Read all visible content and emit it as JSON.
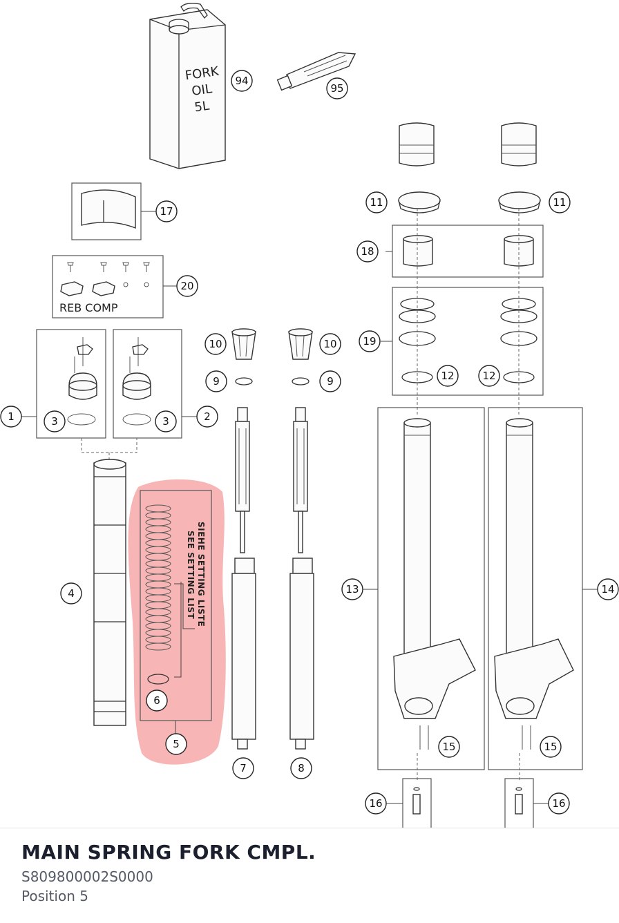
{
  "diagram": {
    "can_text": [
      "FORK",
      "OIL",
      "5L"
    ],
    "reb_comp_label": "REB COMP",
    "setting_note_1": "SIEHE SETTING LISTE",
    "setting_note_2": "SEE SETTING LIST",
    "highlight_color": "#f07a78",
    "highlighted_position": "5",
    "callouts": [
      "94",
      "95",
      "17",
      "20",
      "1",
      "2",
      "3",
      "3",
      "4",
      "5",
      "6",
      "7",
      "8",
      "9",
      "9",
      "10",
      "10",
      "11",
      "11",
      "18",
      "19",
      "12",
      "12",
      "13",
      "14",
      "15",
      "15",
      "16",
      "16"
    ]
  },
  "footer": {
    "title": "MAIN SPRING FORK CMPL.",
    "part_number": "S809800002S0000",
    "position": "Position 5"
  }
}
